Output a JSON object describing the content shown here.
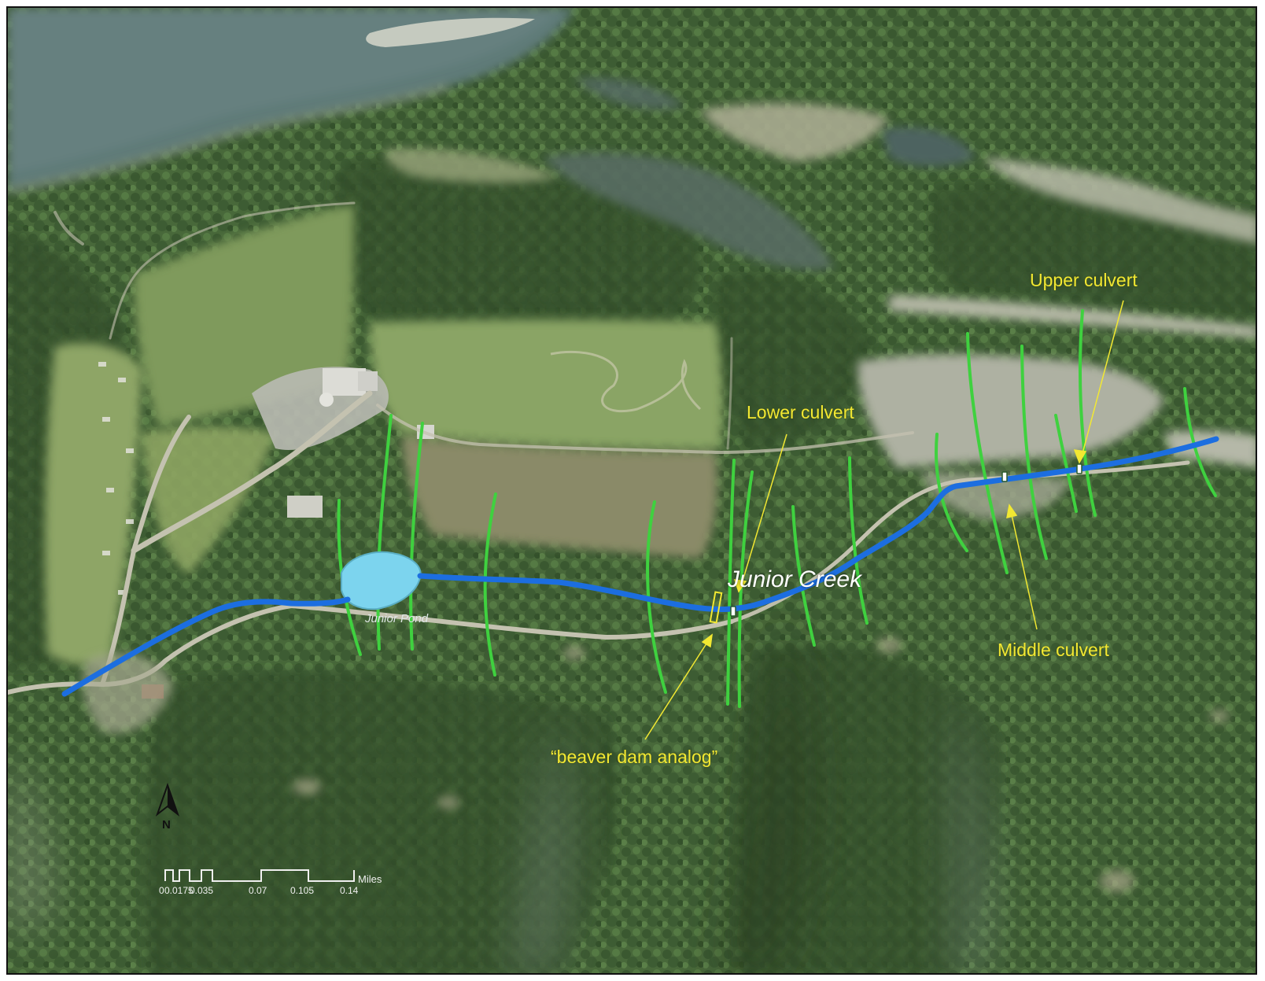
{
  "map": {
    "stream_name": "Junior Creek",
    "pond_name": "Junior Pond",
    "callouts": {
      "upper_culvert": "Upper culvert",
      "lower_culvert": "Lower culvert",
      "middle_culvert": "Middle culvert",
      "beaver_dam_analog": "“beaver dam analog”"
    },
    "north_arrow": "N",
    "scale_bar": {
      "ticks": [
        "0",
        "0.0175",
        "0.035",
        "0.07",
        "0.105",
        "0.14"
      ],
      "units": "Miles"
    },
    "colors": {
      "stream": "#1c6ee0",
      "pond": "#7cd4ee",
      "transects": "#3fd13f",
      "callouts": "#f2e832",
      "river": "#5f7a78",
      "forest": "#3f5f34",
      "meadow": "#8fa868",
      "gravel": "#b9bcae"
    },
    "icons": [
      "north-arrow-icon",
      "culvert-marker-icon",
      "callout-arrow-icon"
    ]
  }
}
